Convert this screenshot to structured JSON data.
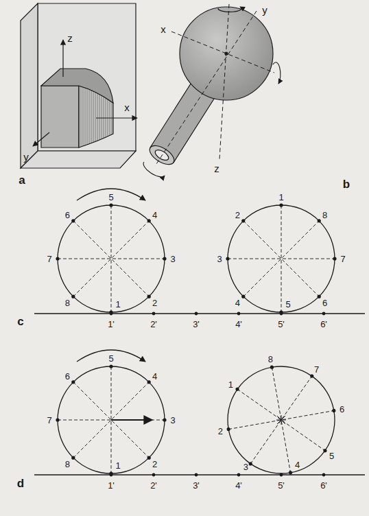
{
  "diagram": {
    "labels": [
      "z",
      "x",
      "y",
      "a",
      "y",
      "x",
      "z",
      "b",
      "5",
      "4",
      "3",
      "2",
      "1",
      "8",
      "7",
      "6",
      "1",
      "8",
      "7",
      "6",
      "5",
      "4",
      "3",
      "2",
      "1'",
      "2'",
      "3'",
      "4'",
      "5'",
      "6'",
      "c",
      "5",
      "4",
      "3",
      "2",
      "1",
      "8",
      "7",
      "6",
      "8",
      "7",
      "6",
      "5",
      "4",
      "3",
      "2",
      "1",
      "1'",
      "2'",
      "3'",
      "4'",
      "5'",
      "6'",
      "d"
    ]
  }
}
